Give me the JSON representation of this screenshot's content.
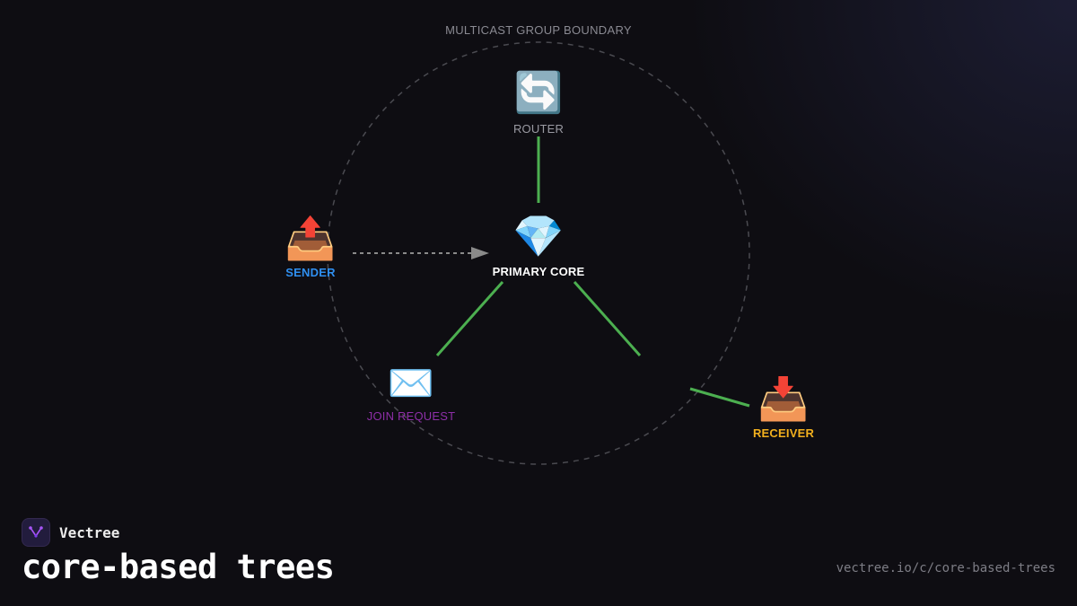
{
  "diagram": {
    "boundary_label": "MULTICAST GROUP BOUNDARY",
    "nodes": {
      "router": {
        "label": "ROUTER",
        "icon": "counterclockwise-arrows-icon",
        "glyph": "🔄",
        "color": "#9a9aa2"
      },
      "core": {
        "label": "PRIMARY CORE",
        "icon": "gem-icon",
        "glyph": "💎",
        "color": "#ffffff"
      },
      "sender": {
        "label": "SENDER",
        "icon": "outbox-tray-icon",
        "glyph": "📤",
        "color": "#2f8ff0"
      },
      "join": {
        "label": "JOIN REQUEST",
        "icon": "envelope-icon",
        "glyph": "✉️",
        "color": "#8e2fa8"
      },
      "receiver": {
        "label": "RECEIVER",
        "icon": "inbox-tray-icon",
        "glyph": "📥",
        "color": "#f2b01e"
      }
    },
    "colors": {
      "tree_edge": "#4caf50",
      "dashed_edge": "#8a8a8a",
      "boundary": "#4a4a50"
    }
  },
  "brand": {
    "name": "Vectree"
  },
  "page": {
    "title": "core-based trees",
    "url": "vectree.io/c/core-based-trees"
  }
}
